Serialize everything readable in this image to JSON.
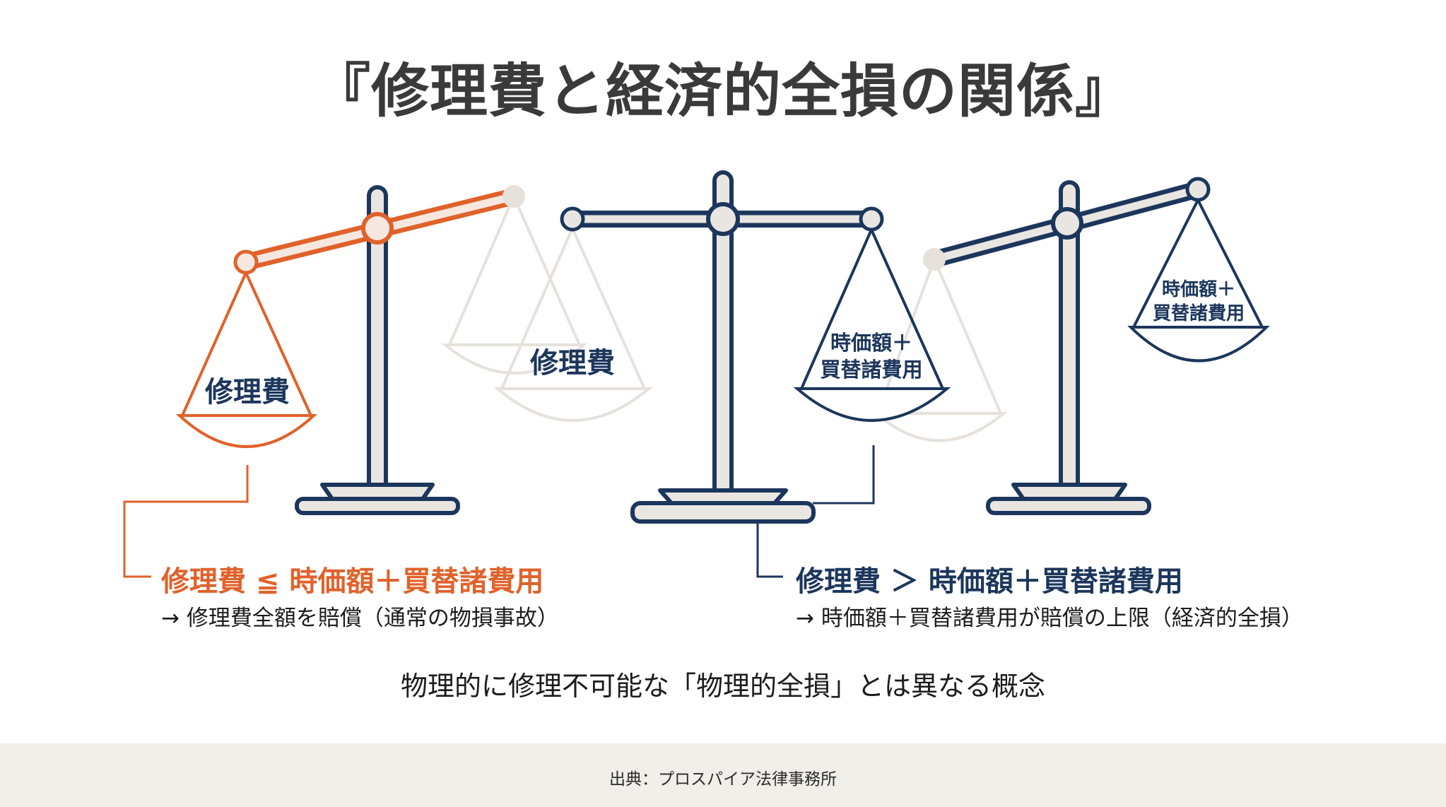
{
  "title": "『修理費と経済的全損の関係』",
  "colors": {
    "orange": "#e0622b",
    "navy": "#1c365c",
    "ghost": "#e6e1da",
    "pole_fill": "#e9e6e2",
    "text_dark": "#1c1c1c"
  },
  "scales": {
    "left": {
      "pan_heavy_label": "修理費"
    },
    "center": {
      "pan_left_label": "修理費",
      "pan_right_label_1": "時価額＋",
      "pan_right_label_2": "買替諸費用"
    },
    "right": {
      "pan_raised_label_1": "時価額＋",
      "pan_raised_label_2": "買替諸費用"
    }
  },
  "conditions": {
    "normal": {
      "formula": "修理費 ≦ 時価額＋買替諸費用",
      "result": "→ 修理費全額を賠償（通常の物損事故）"
    },
    "total_loss": {
      "formula": "修理費 ＞ 時価額＋買替諸費用",
      "result": "→ 時価額＋買替諸費用が賠償の上限（経済的全損）"
    }
  },
  "note": "物理的に修理不可能な「物理的全損」とは異なる概念",
  "footer": "出典：プロスパイア法律事務所"
}
